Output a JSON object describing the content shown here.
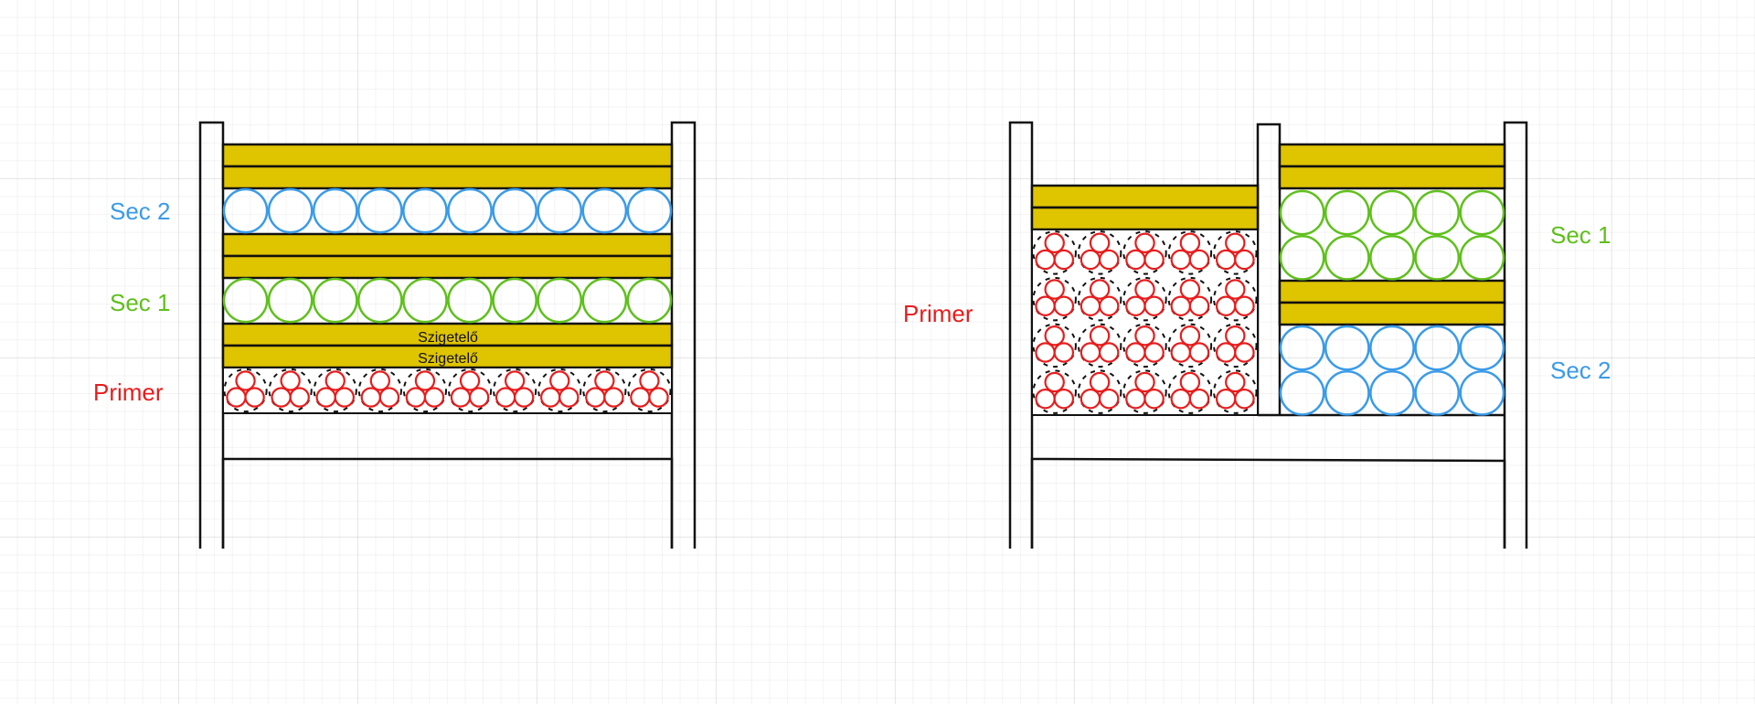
{
  "colors": {
    "insulation": "#dfc400",
    "primary": "#e81c1c",
    "sec1": "#5fc01c",
    "sec2": "#3a9be8",
    "outline": "#111111"
  },
  "left_diagram": {
    "labels": {
      "sec2": "Sec 2",
      "sec1": "Sec 1",
      "primer": "Primer",
      "insulation_1": "Szigetelő",
      "insulation_2": "Szigetelő"
    }
  },
  "right_diagram": {
    "labels": {
      "primer": "Primer",
      "sec1": "Sec 1",
      "sec2": "Sec 2"
    }
  }
}
